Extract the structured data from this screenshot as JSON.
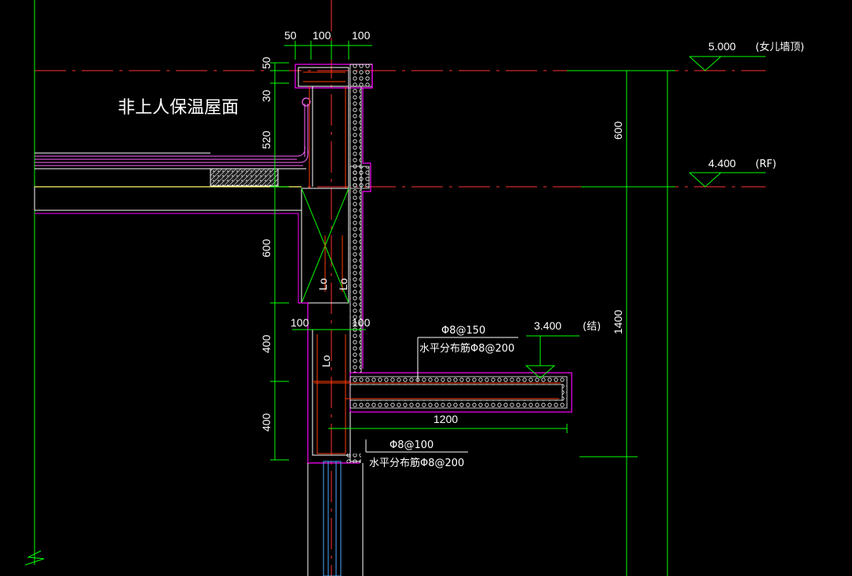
{
  "title": "非上人保温屋面",
  "elevations": [
    {
      "value": "5.000",
      "note": "(女儿墙顶)"
    },
    {
      "value": "4.400",
      "note": "(RF)"
    },
    {
      "value": "3.400",
      "note": "(结)"
    }
  ],
  "top_dims": [
    "50",
    "100",
    "100"
  ],
  "left_dims": [
    "50",
    "30",
    "520",
    "600",
    "400",
    "400"
  ],
  "right_dims": [
    "600",
    "1400"
  ],
  "mid_dims": [
    "100",
    "100",
    "1200"
  ],
  "lap_labels": [
    "Lo",
    "Lo",
    "Lo"
  ],
  "rebar": {
    "upper_main": "Φ8@150",
    "upper_dist": "水平分布筋Φ8@200",
    "lower_main": "Φ8@100",
    "lower_dist": "水平分布筋Φ8@200"
  },
  "colors": {
    "background": "#000000",
    "axis": "#ff3030",
    "dimension": "#00ff00",
    "outline": "#ff00ff",
    "concrete": "#ffffff",
    "rebar": "#ff3b00",
    "waterproof": "#ff66ff",
    "slab_top": "#ffff66",
    "drain": "#4aa8ff"
  }
}
